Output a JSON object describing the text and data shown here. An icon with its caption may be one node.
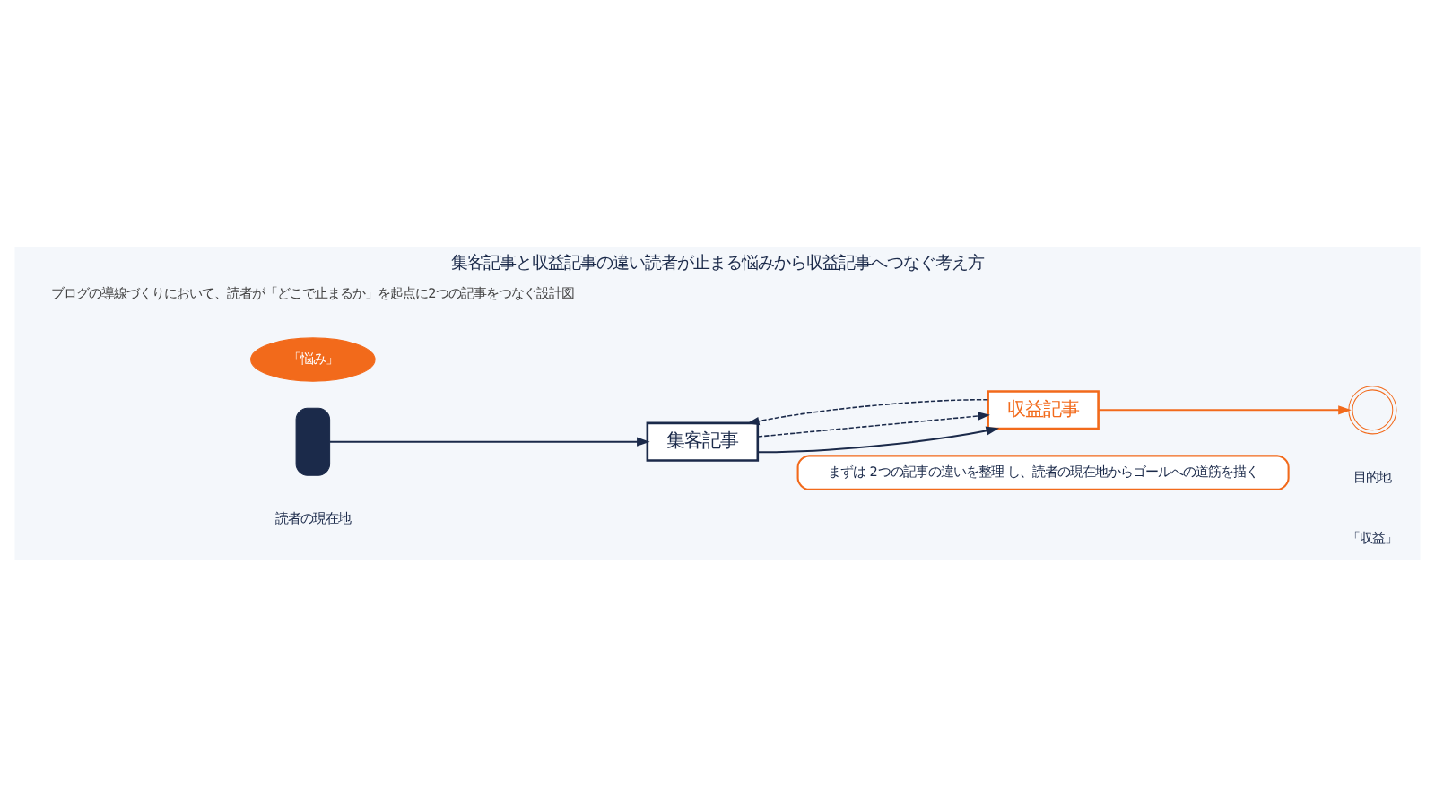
{
  "diagram": {
    "title": "集客記事と収益記事の違い読者が止まる悩みから収益記事へつなぐ考え方",
    "nodes": [
      {
        "text": [],
        "shape": "person",
        "beside": [
          "読者の現在地"
        ]
      },
      {
        "text": [
          "「悩み」"
        ]
      },
      {
        "text": [
          "集客記事"
        ]
      },
      {
        "text": [
          "収益記事"
        ]
      },
      {
        "text": [],
        "shape": "target",
        "beside": [
          "「収益」",
          "目的地"
        ]
      },
      {
        "text": [
          "まずは 2つの記事の違いを整理 し、読者の現在地からゴールへの道筋を描く"
        ]
      }
    ],
    "edges": [
      {
        "from": 0,
        "to": 2,
        "arrow": "to"
      },
      {
        "from": 2,
        "to": 3,
        "arrow": "to"
      },
      {
        "from": 3,
        "to": 4,
        "arrow": "to",
        "color": "#f26a1b"
      },
      {
        "from": 2,
        "to": 3,
        "arrow": "to",
        "style": "dashed"
      },
      {
        "from": 3,
        "to": 2,
        "arrow": "to",
        "style": "dashed"
      }
    ],
    "labels": [
      "ブログの導線づくりにおいて、読者が「どこで止まるか」を起点に2つの記事をつなぐ設計図"
    ]
  }
}
